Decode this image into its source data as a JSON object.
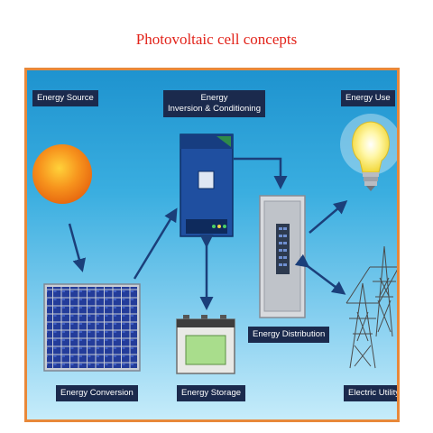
{
  "title": "Photovoltaic cell concepts",
  "labels": {
    "energy_source": "Energy Source",
    "inversion_line1": "Energy",
    "inversion_line2": "Inversion & Conditioning",
    "energy_use": "Energy Use",
    "energy_distribution": "Energy Distribution",
    "energy_conversion": "Energy Conversion",
    "energy_storage": "Energy Storage",
    "electric_utility": "Electric Utility"
  },
  "colors": {
    "title": "#e2231a",
    "frame_border": "#e8883a",
    "label_bg": "#1b2a4d",
    "arrow": "#1b3f7a"
  },
  "icons": [
    "sun-icon",
    "solar-panel-icon",
    "inverter-icon",
    "battery-icon",
    "breaker-panel-icon",
    "light-bulb-icon",
    "power-tower-icon"
  ]
}
